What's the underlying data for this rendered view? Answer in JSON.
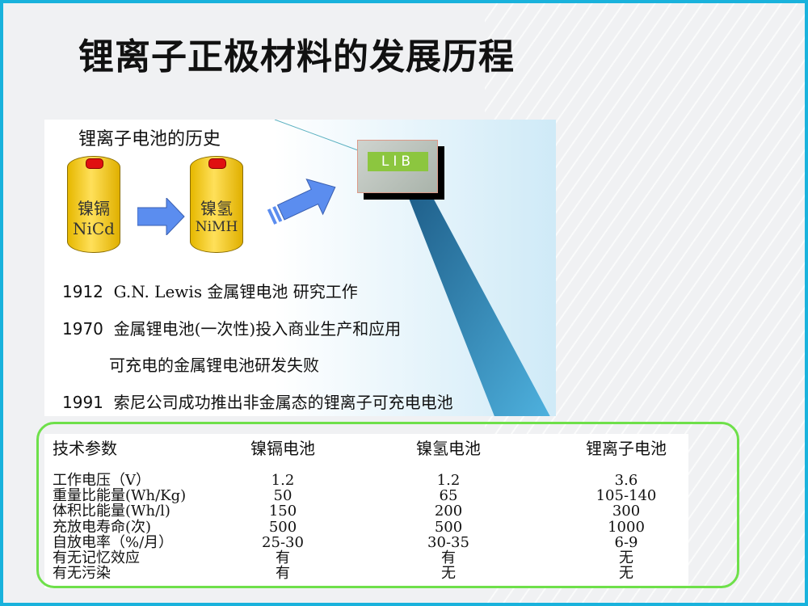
{
  "title": "锂离子正极材料的发展历程",
  "figure": {
    "heading": "锂离子电池的历史",
    "battery1": {
      "cn": "镍镉",
      "en": "NiCd"
    },
    "battery2": {
      "cn": "镍氢",
      "en": "NiMH"
    },
    "lib_label": "LIB",
    "timeline": [
      {
        "year": "1912",
        "text": "G.N. Lewis 金属锂电池 研究工作"
      },
      {
        "year": "1970",
        "text": "金属锂电池(一次性)投入商业生产和应用"
      },
      {
        "year": "",
        "text": "可充电的金属锂电池研发失败"
      },
      {
        "year": "1991",
        "text": "索尼公司成功推出非金属态的锂离子可充电电池"
      }
    ]
  },
  "table": {
    "headers": [
      "技术参数",
      "镍镉电池",
      "镍氢电池",
      "锂离子电池"
    ],
    "rows": [
      [
        "工作电压（V）",
        "1.2",
        "1.2",
        "3.6"
      ],
      [
        "重量比能量(Wh/Kg)",
        "50",
        "65",
        "105-140"
      ],
      [
        "体积比能量(Wh/l)",
        "150",
        "200",
        "300"
      ],
      [
        "充放电寿命(次)",
        "500",
        "500",
        "1000"
      ],
      [
        "自放电率（%/月）",
        "25-30",
        "30-35",
        "6-9"
      ],
      [
        "有无记忆效应",
        "有",
        "有",
        "无"
      ],
      [
        "有无污染",
        "有",
        "无",
        "无"
      ]
    ]
  },
  "colors": {
    "border": "#19b2dc",
    "table_outline": "#6ee04a",
    "arrow": "#5b8def"
  }
}
